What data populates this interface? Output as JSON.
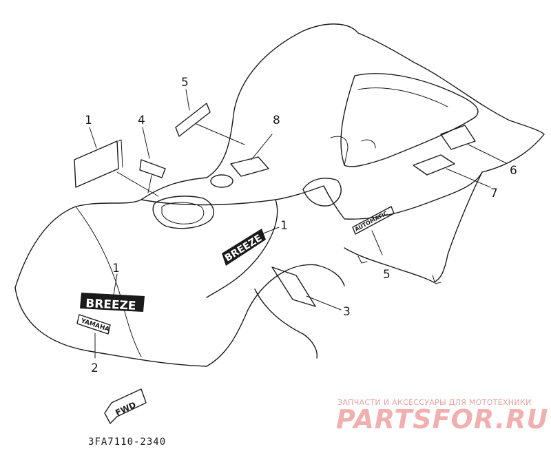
{
  "callouts": [
    {
      "key": "c1a",
      "text": "1"
    },
    {
      "key": "c4",
      "text": "4"
    },
    {
      "key": "c5a",
      "text": "5"
    },
    {
      "key": "c8",
      "text": "8"
    },
    {
      "key": "c6",
      "text": "6"
    },
    {
      "key": "c7",
      "text": "7"
    },
    {
      "key": "c1b",
      "text": "1"
    },
    {
      "key": "c5b",
      "text": "5"
    },
    {
      "key": "c1c",
      "text": "1"
    },
    {
      "key": "c3",
      "text": "3"
    },
    {
      "key": "c2",
      "text": "2"
    }
  ],
  "decals": {
    "breeze": "BREEZE",
    "automatic": "AUTOMATIC",
    "yamaha": "YAMAHA",
    "fwd": "FWD"
  },
  "diagram_code": "3FA7110-2340",
  "watermark": {
    "tagline": "ЗАПЧАСТИ И АКСЕССУАРЫ ДЛЯ МОТОТЕХНИКИ",
    "brand": "PARTSFOR.RU"
  }
}
